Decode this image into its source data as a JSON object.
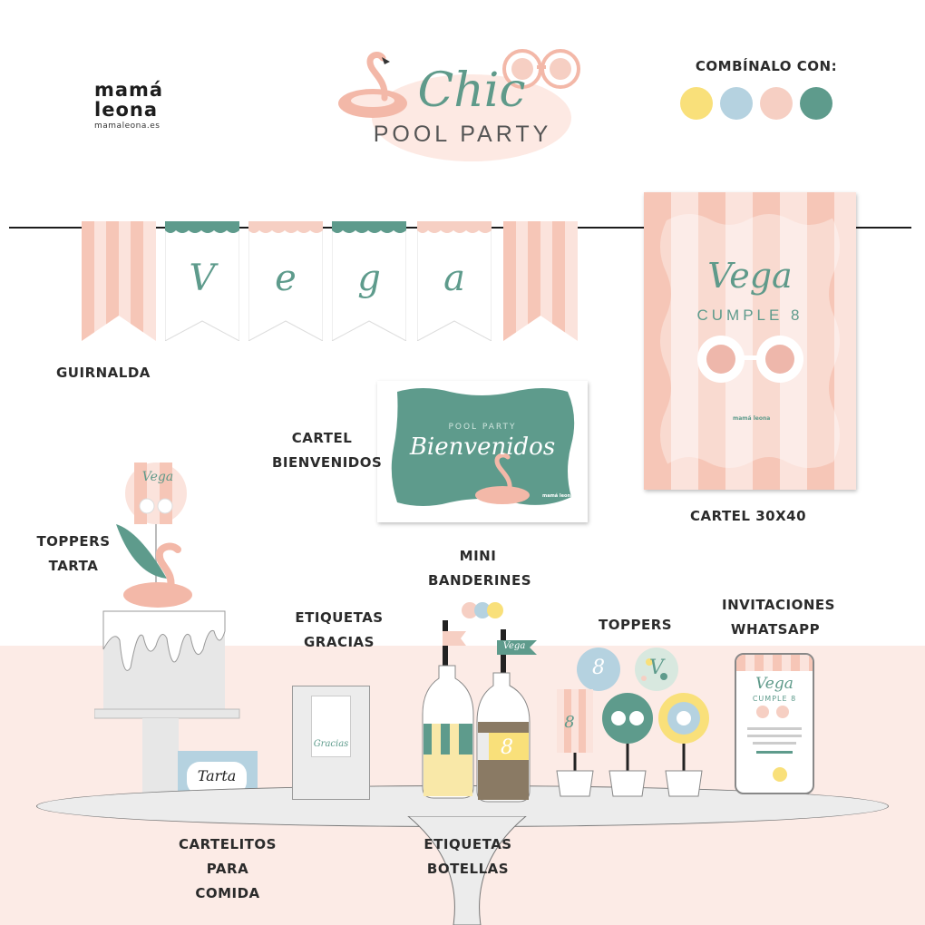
{
  "brand": {
    "line1": "mamá",
    "line2": "leona",
    "url": "mamaleona.es"
  },
  "title": {
    "main": "Chic",
    "sub": "POOL PARTY"
  },
  "palette": {
    "title": "COMBÍNALO CON:",
    "colors": [
      "#f9e07a",
      "#b5d2e0",
      "#f6cfc3",
      "#5e9b8c"
    ]
  },
  "garland": {
    "letters": [
      "V",
      "e",
      "g",
      "a"
    ],
    "label": "GUIRNALDA"
  },
  "poster": {
    "name": "Vega",
    "subtitle": "CUMPLE 8",
    "logo": "mamá leona",
    "label": "CARTEL 30X40"
  },
  "welcome_sign": {
    "kicker": "POOL PARTY",
    "text": "Bienvenidos",
    "logo": "mamá leona",
    "label_line1": "CARTEL",
    "label_line2": "BIENVENIDOS"
  },
  "cake_toppers": {
    "name": "Vega",
    "label_line1": "TOPPERS",
    "label_line2": "TARTA"
  },
  "mini_flags": {
    "flag_text": "Vega",
    "label_line1": "MINI",
    "label_line2": "BANDERINES"
  },
  "thanks_tags": {
    "tag_text": "Gracias",
    "label_line1": "ETIQUETAS",
    "label_line2": "GRACIAS"
  },
  "toppers": {
    "numbers": [
      "8",
      "8"
    ],
    "letter": "V",
    "label": "TOPPERS"
  },
  "invites": {
    "name": "Vega",
    "subtitle": "CUMPLE 8",
    "label_line1": "INVITACIONES",
    "label_line2": "WHATSAPP"
  },
  "food_cards": {
    "card_text": "Tarta",
    "label_line1": "CARTELITOS",
    "label_line2": "PARA COMIDA"
  },
  "bottle_labels": {
    "number": "8",
    "label": "ETIQUETAS BOTELLAS"
  }
}
